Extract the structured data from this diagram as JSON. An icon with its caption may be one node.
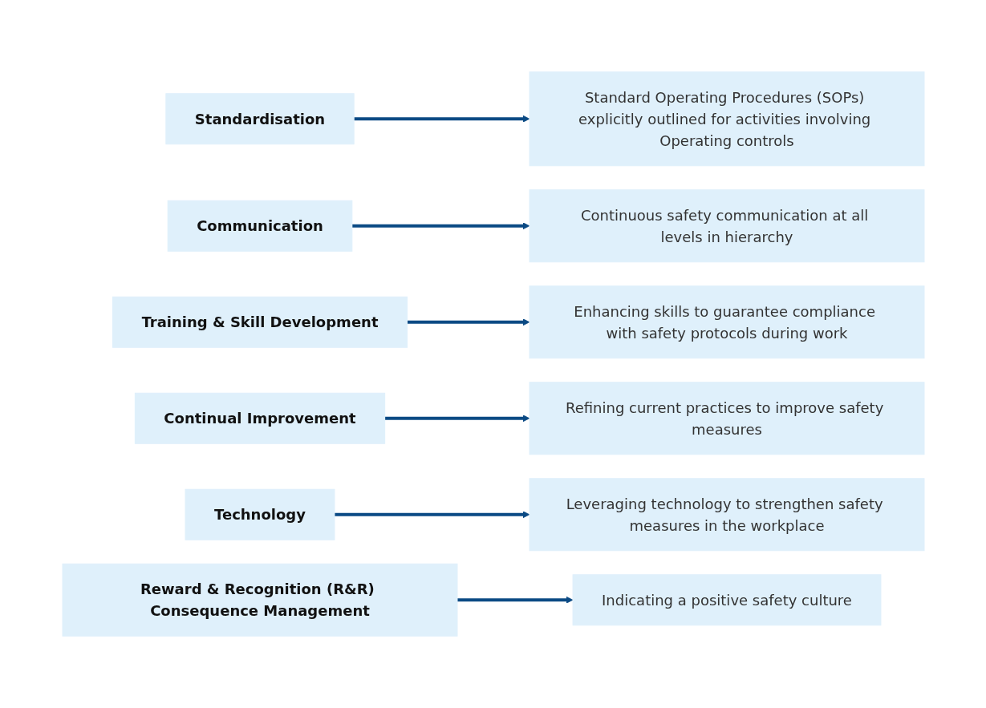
{
  "diagram": {
    "nodes": [
      {
        "text": [
          "Standardisation"
        ]
      },
      {
        "text": [
          "Standard Operating Procedures (SOPs) explicitly outlined for activities involving Operating controls"
        ]
      },
      {
        "text": [
          "Communication"
        ]
      },
      {
        "text": [
          "Continuous safety communication at all levels in hierarchy"
        ]
      },
      {
        "text": [
          "Training & Skill Development"
        ]
      },
      {
        "text": [
          "Enhancing skills to guarantee compliance with safety protocols during work"
        ]
      },
      {
        "text": [
          "Continual Improvement"
        ]
      },
      {
        "text": [
          "Refining current practices to improve safety measures"
        ]
      },
      {
        "text": [
          "Technology"
        ]
      },
      {
        "text": [
          "Leveraging technology to strengthen safety measures in the workplace"
        ]
      },
      {
        "text": [
          "Reward & Recognition (R&R) Consequence Management"
        ]
      },
      {
        "text": [
          "Indicating a positive safety culture"
        ]
      }
    ],
    "edges": [
      {
        "from": 0,
        "to": 1,
        "arrow": "to"
      },
      {
        "from": 2,
        "to": 3,
        "arrow": "to"
      },
      {
        "from": 4,
        "to": 5,
        "arrow": "to"
      },
      {
        "from": 6,
        "to": 7,
        "arrow": "to"
      },
      {
        "from": 8,
        "to": 9,
        "arrow": "to"
      },
      {
        "from": 10,
        "to": 11,
        "arrow": "to"
      }
    ]
  }
}
